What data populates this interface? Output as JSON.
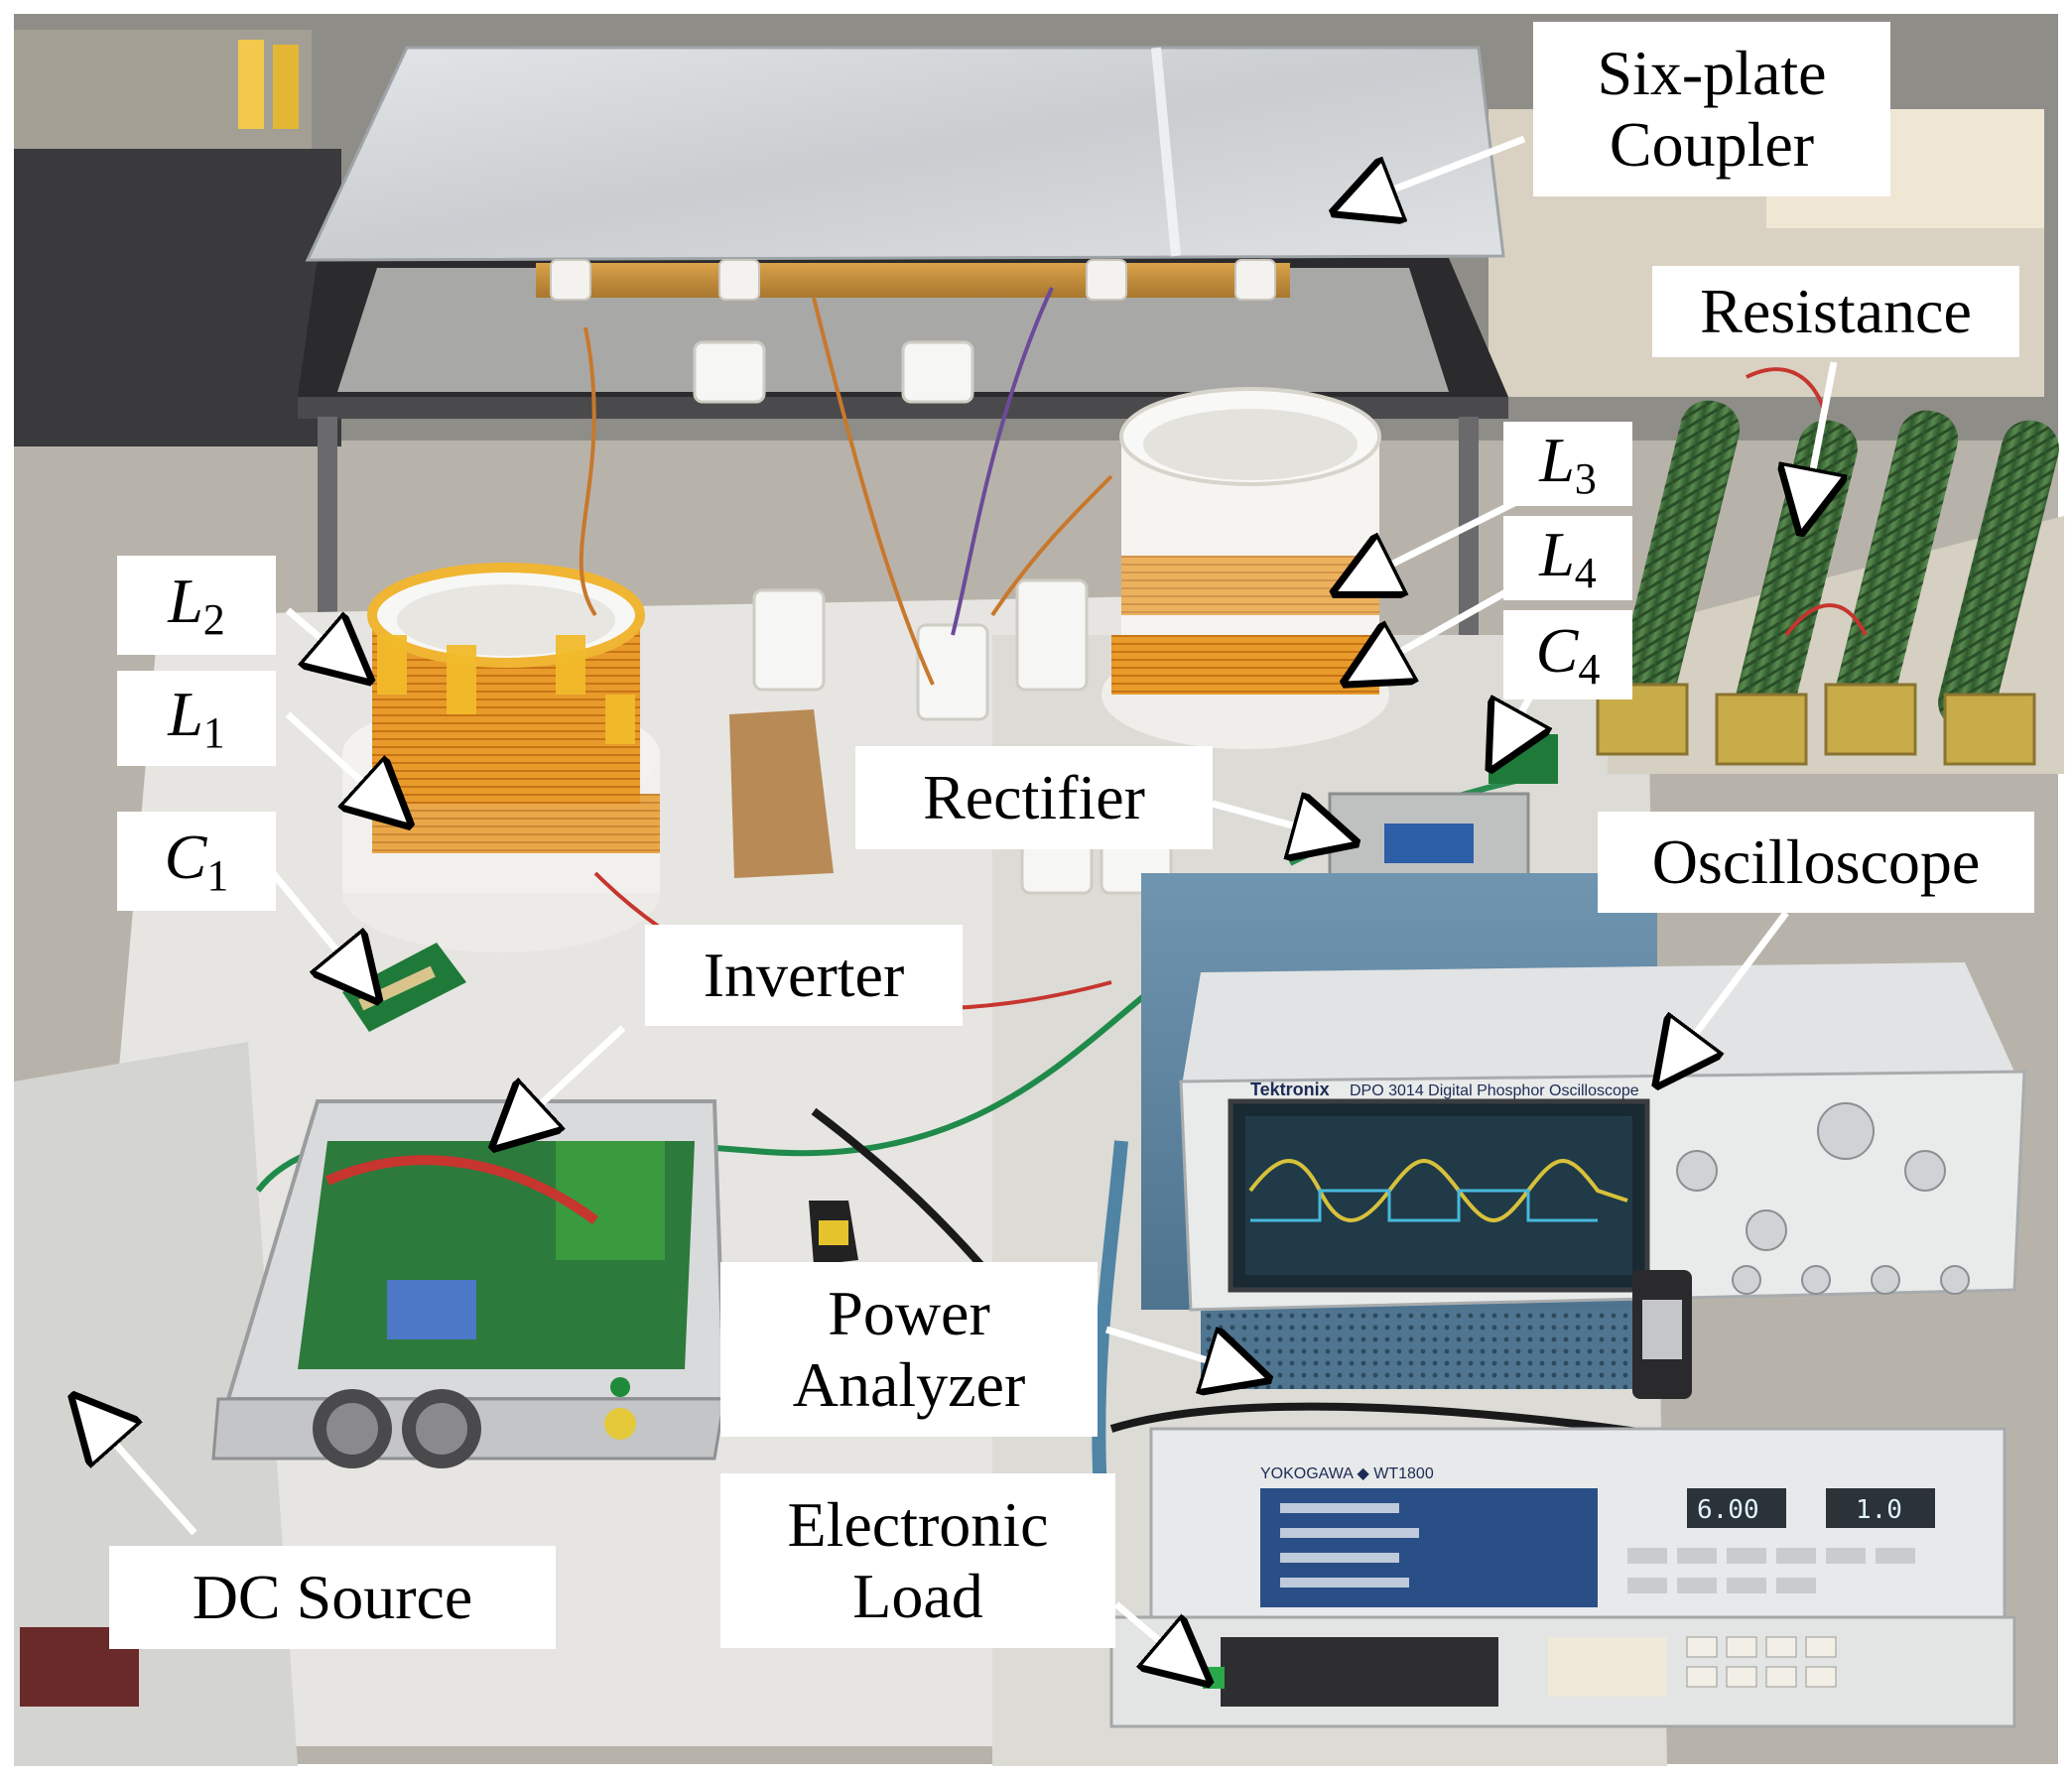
{
  "image": {
    "description_colors": {
      "frame": "#ffffff",
      "floor": "#b9b5ad",
      "table": "#e9e8e4",
      "plate": "#d6d9dc",
      "copper": "#c9913c",
      "tape": "#f2bb2b",
      "pcb_green": "#1f7a3a",
      "resistor_green": "#3e6e3a",
      "scope_body": "#5f87a3",
      "analyzer_body": "#e5e6e8",
      "screen_blue": "#2a4f86"
    }
  },
  "labels": {
    "six_plate_coupler": {
      "line1": "Six-plate",
      "line2": "Coupler"
    },
    "resistance": "Resistance",
    "l3": {
      "base": "L",
      "sub": "3"
    },
    "l4": {
      "base": "L",
      "sub": "4"
    },
    "c4": {
      "base": "C",
      "sub": "4"
    },
    "l2": {
      "base": "L",
      "sub": "2"
    },
    "l1": {
      "base": "L",
      "sub": "1"
    },
    "c1": {
      "base": "C",
      "sub": "1"
    },
    "rectifier": "Rectifier",
    "oscilloscope": "Oscilloscope",
    "inverter": "Inverter",
    "power_analyzer": {
      "line1": "Power",
      "line2": "Analyzer"
    },
    "electronic_load": {
      "line1": "Electronic",
      "line2": "Load"
    },
    "dc_source": "DC Source"
  },
  "device_text": {
    "scope_brand": "Tektronix",
    "scope_model": "DPO 3014 Digital Phosphor Oscilloscope",
    "analyzer_brand": "YOKOGAWA ◆ WT1800",
    "analyzer_display_1": "6.00",
    "analyzer_display_2": "1.0"
  }
}
